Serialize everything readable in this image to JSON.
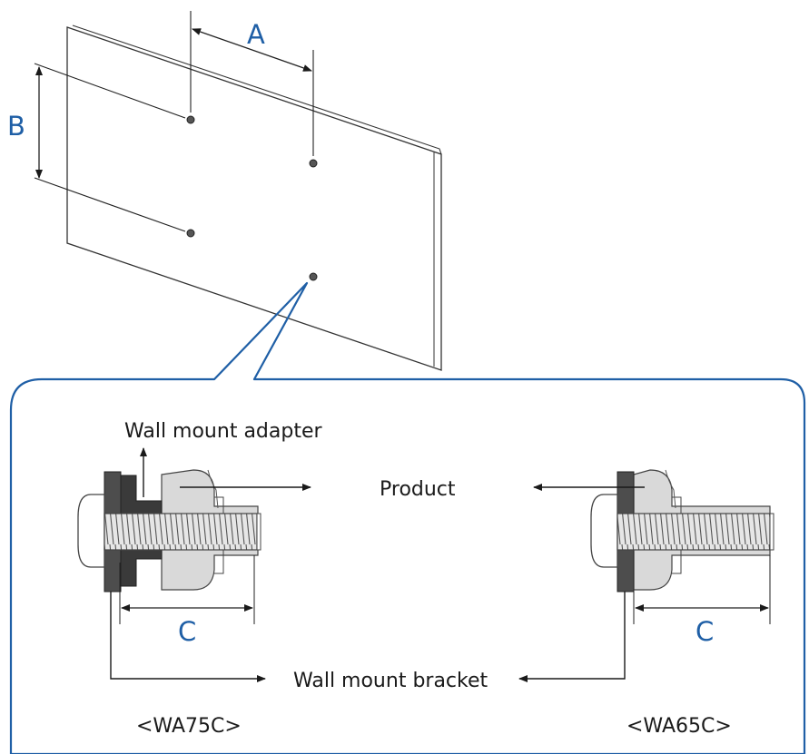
{
  "labels": {
    "a": "A",
    "b": "B",
    "c_left": "C",
    "c_right": "C",
    "wall_mount_adapter": "Wall mount adapter",
    "product": "Product",
    "wall_mount_bracket": "Wall mount bracket",
    "model_left": "<WA75C>",
    "model_right": "<WA65C>"
  },
  "colors": {
    "callout_blue": "#1f5fa6",
    "panel_stroke": "#333333",
    "bracket_dark": "#4d4d4d",
    "product_gray": "#d9d9d9",
    "screw_gray": "#cfcfcf"
  }
}
